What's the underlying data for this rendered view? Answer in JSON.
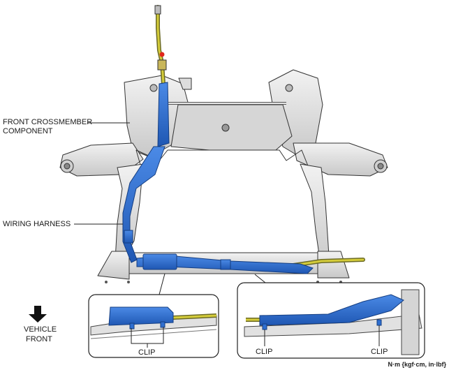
{
  "labels": {
    "crossmember_line1": "FRONT CROSSMEMBER",
    "crossmember_line2": "COMPONENT",
    "wiring_harness": "WIRING HARNESS",
    "vehicle_front_line1": "VEHICLE",
    "vehicle_front_line2": "FRONT",
    "clip_left": "CLIP",
    "clip_right_1": "CLIP",
    "clip_right_2": "CLIP",
    "torque_units": "N·m {kgf·cm, in·lbf}"
  },
  "colors": {
    "harness_blue": "#2f6fd0",
    "hose_yellow": "#c8c030",
    "metal_light": "#e4e4e4",
    "metal_shade": "#b9b9b9",
    "outline": "#333333",
    "marker_red": "#e0261b"
  },
  "icons": {
    "direction_arrow": "arrow-down-icon"
  }
}
